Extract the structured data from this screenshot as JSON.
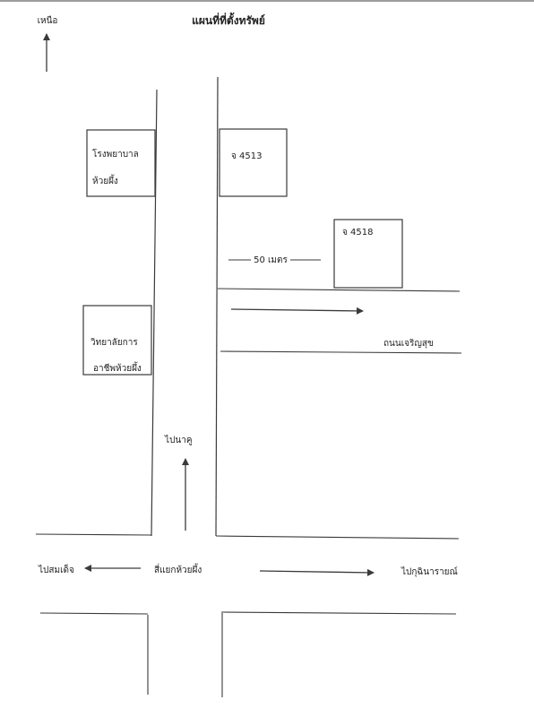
{
  "title": "แผนที่ที่ตั้งทรัพย์",
  "north_label": "เหนือ",
  "places": {
    "hospital_line1": "โรงพยาบาล",
    "hospital_line2": "ห้วยผึ้ง",
    "plot_4513": "จ 4513",
    "plot_4518": "จ 4518",
    "college_line1": "วิทยาลัยการ",
    "college_line2": "อาชีพห้วยผึ้ง"
  },
  "distance_label": "50 เมตร",
  "road_label": "ถนนเจริญสุข",
  "directions": {
    "to_na_khu": "ไปนาคู",
    "to_somdet": "ไปสมเด็จ",
    "to_kuchinarai": "ไปกุฉินารายณ์"
  },
  "intersection_label": "สี่แยกห้วยผึ้ง",
  "colors": {
    "line": "#3a3a3a",
    "text": "#222222",
    "background": "#ffffff"
  }
}
